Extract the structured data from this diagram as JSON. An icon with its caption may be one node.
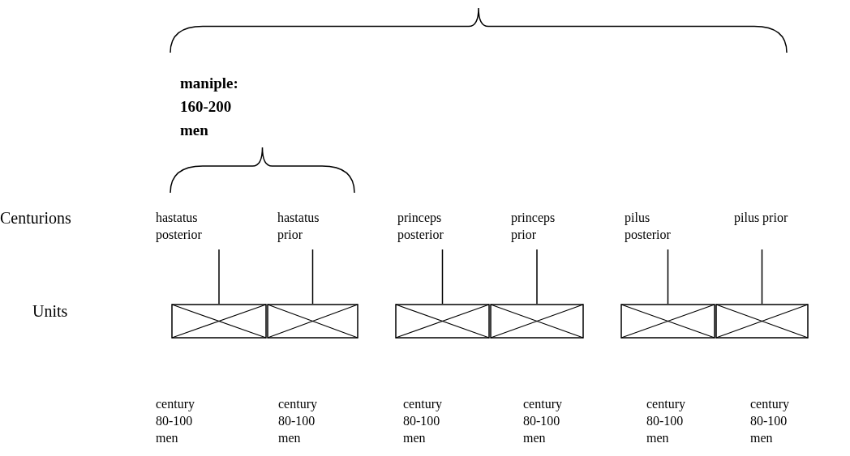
{
  "diagram": {
    "nodes": [
      {
        "text": [
          "hastatus posterior"
        ]
      },
      {
        "text": [
          "hastatus prior"
        ]
      },
      {
        "text": [
          "princeps posterior"
        ]
      },
      {
        "text": [
          "princeps prior"
        ]
      },
      {
        "text": [
          "pilus posterior"
        ]
      },
      {
        "text": [
          "pilus prior"
        ]
      },
      {
        "text": [],
        "shape": "box"
      },
      {
        "text": [],
        "shape": "box"
      },
      {
        "text": [],
        "shape": "box"
      },
      {
        "text": [],
        "shape": "box"
      },
      {
        "text": [],
        "shape": "box"
      },
      {
        "text": [],
        "shape": "box"
      }
    ],
    "edges": [
      {
        "from": 0,
        "to": 6,
        "arrow": "none"
      },
      {
        "from": 1,
        "to": 7,
        "arrow": "none"
      },
      {
        "from": 2,
        "to": 8,
        "arrow": "none"
      },
      {
        "from": 3,
        "to": 9,
        "arrow": "none"
      },
      {
        "from": 4,
        "to": 10,
        "arrow": "none"
      },
      {
        "from": 5,
        "to": 11,
        "arrow": "none"
      }
    ],
    "labels": [
      "maniple: 160-200 men",
      "Centurions",
      "Units",
      "century 80-100 men",
      "century 80-100 men",
      "century 80-100 men",
      "century 80-100 men",
      "century 80-100 men",
      "century 80-100 men"
    ]
  }
}
